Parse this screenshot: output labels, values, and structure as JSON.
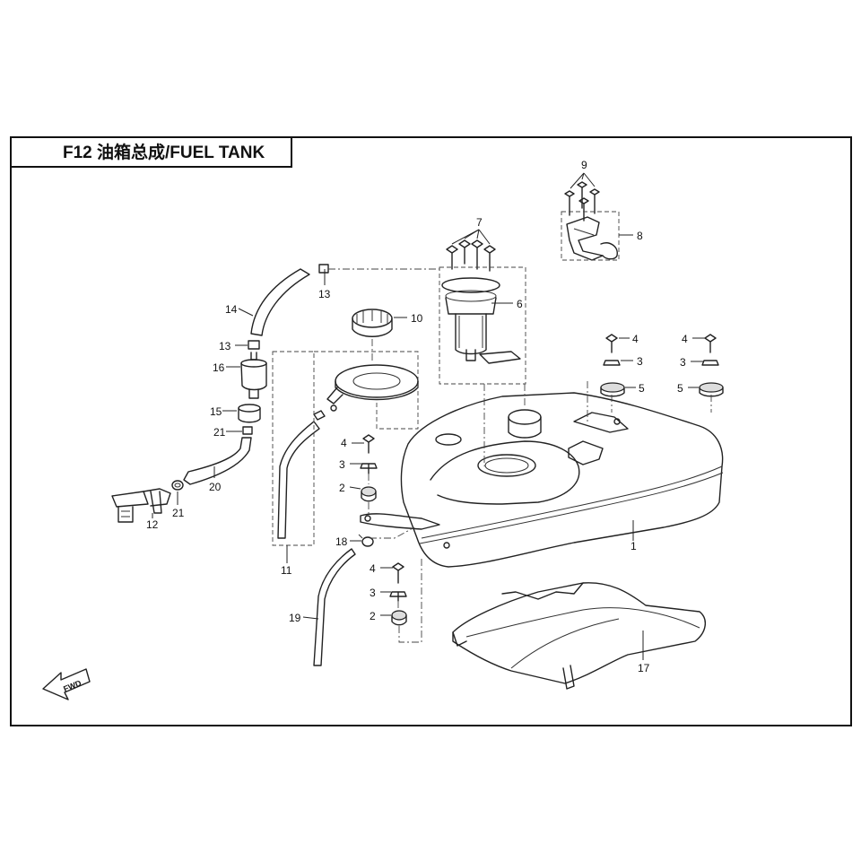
{
  "title": "F12 油箱总成/FUEL TANK",
  "fwd_label": "FWD",
  "callouts": {
    "c1": "1",
    "c2a": "2",
    "c2b": "2",
    "c3a": "3",
    "c3b": "3",
    "c3c": "3",
    "c3d": "3",
    "c4a": "4",
    "c4b": "4",
    "c4c": "4",
    "c4d": "4",
    "c5a": "5",
    "c5b": "5",
    "c6": "6",
    "c7": "7",
    "c8": "8",
    "c9": "9",
    "c10": "10",
    "c11": "11",
    "c12": "12",
    "c13a": "13",
    "c13b": "13",
    "c14": "14",
    "c15": "15",
    "c16": "16",
    "c17": "17",
    "c18": "18",
    "c19": "19",
    "c20": "20",
    "c21a": "21",
    "c21b": "21"
  },
  "colors": {
    "line": "#222222",
    "background": "#ffffff"
  }
}
